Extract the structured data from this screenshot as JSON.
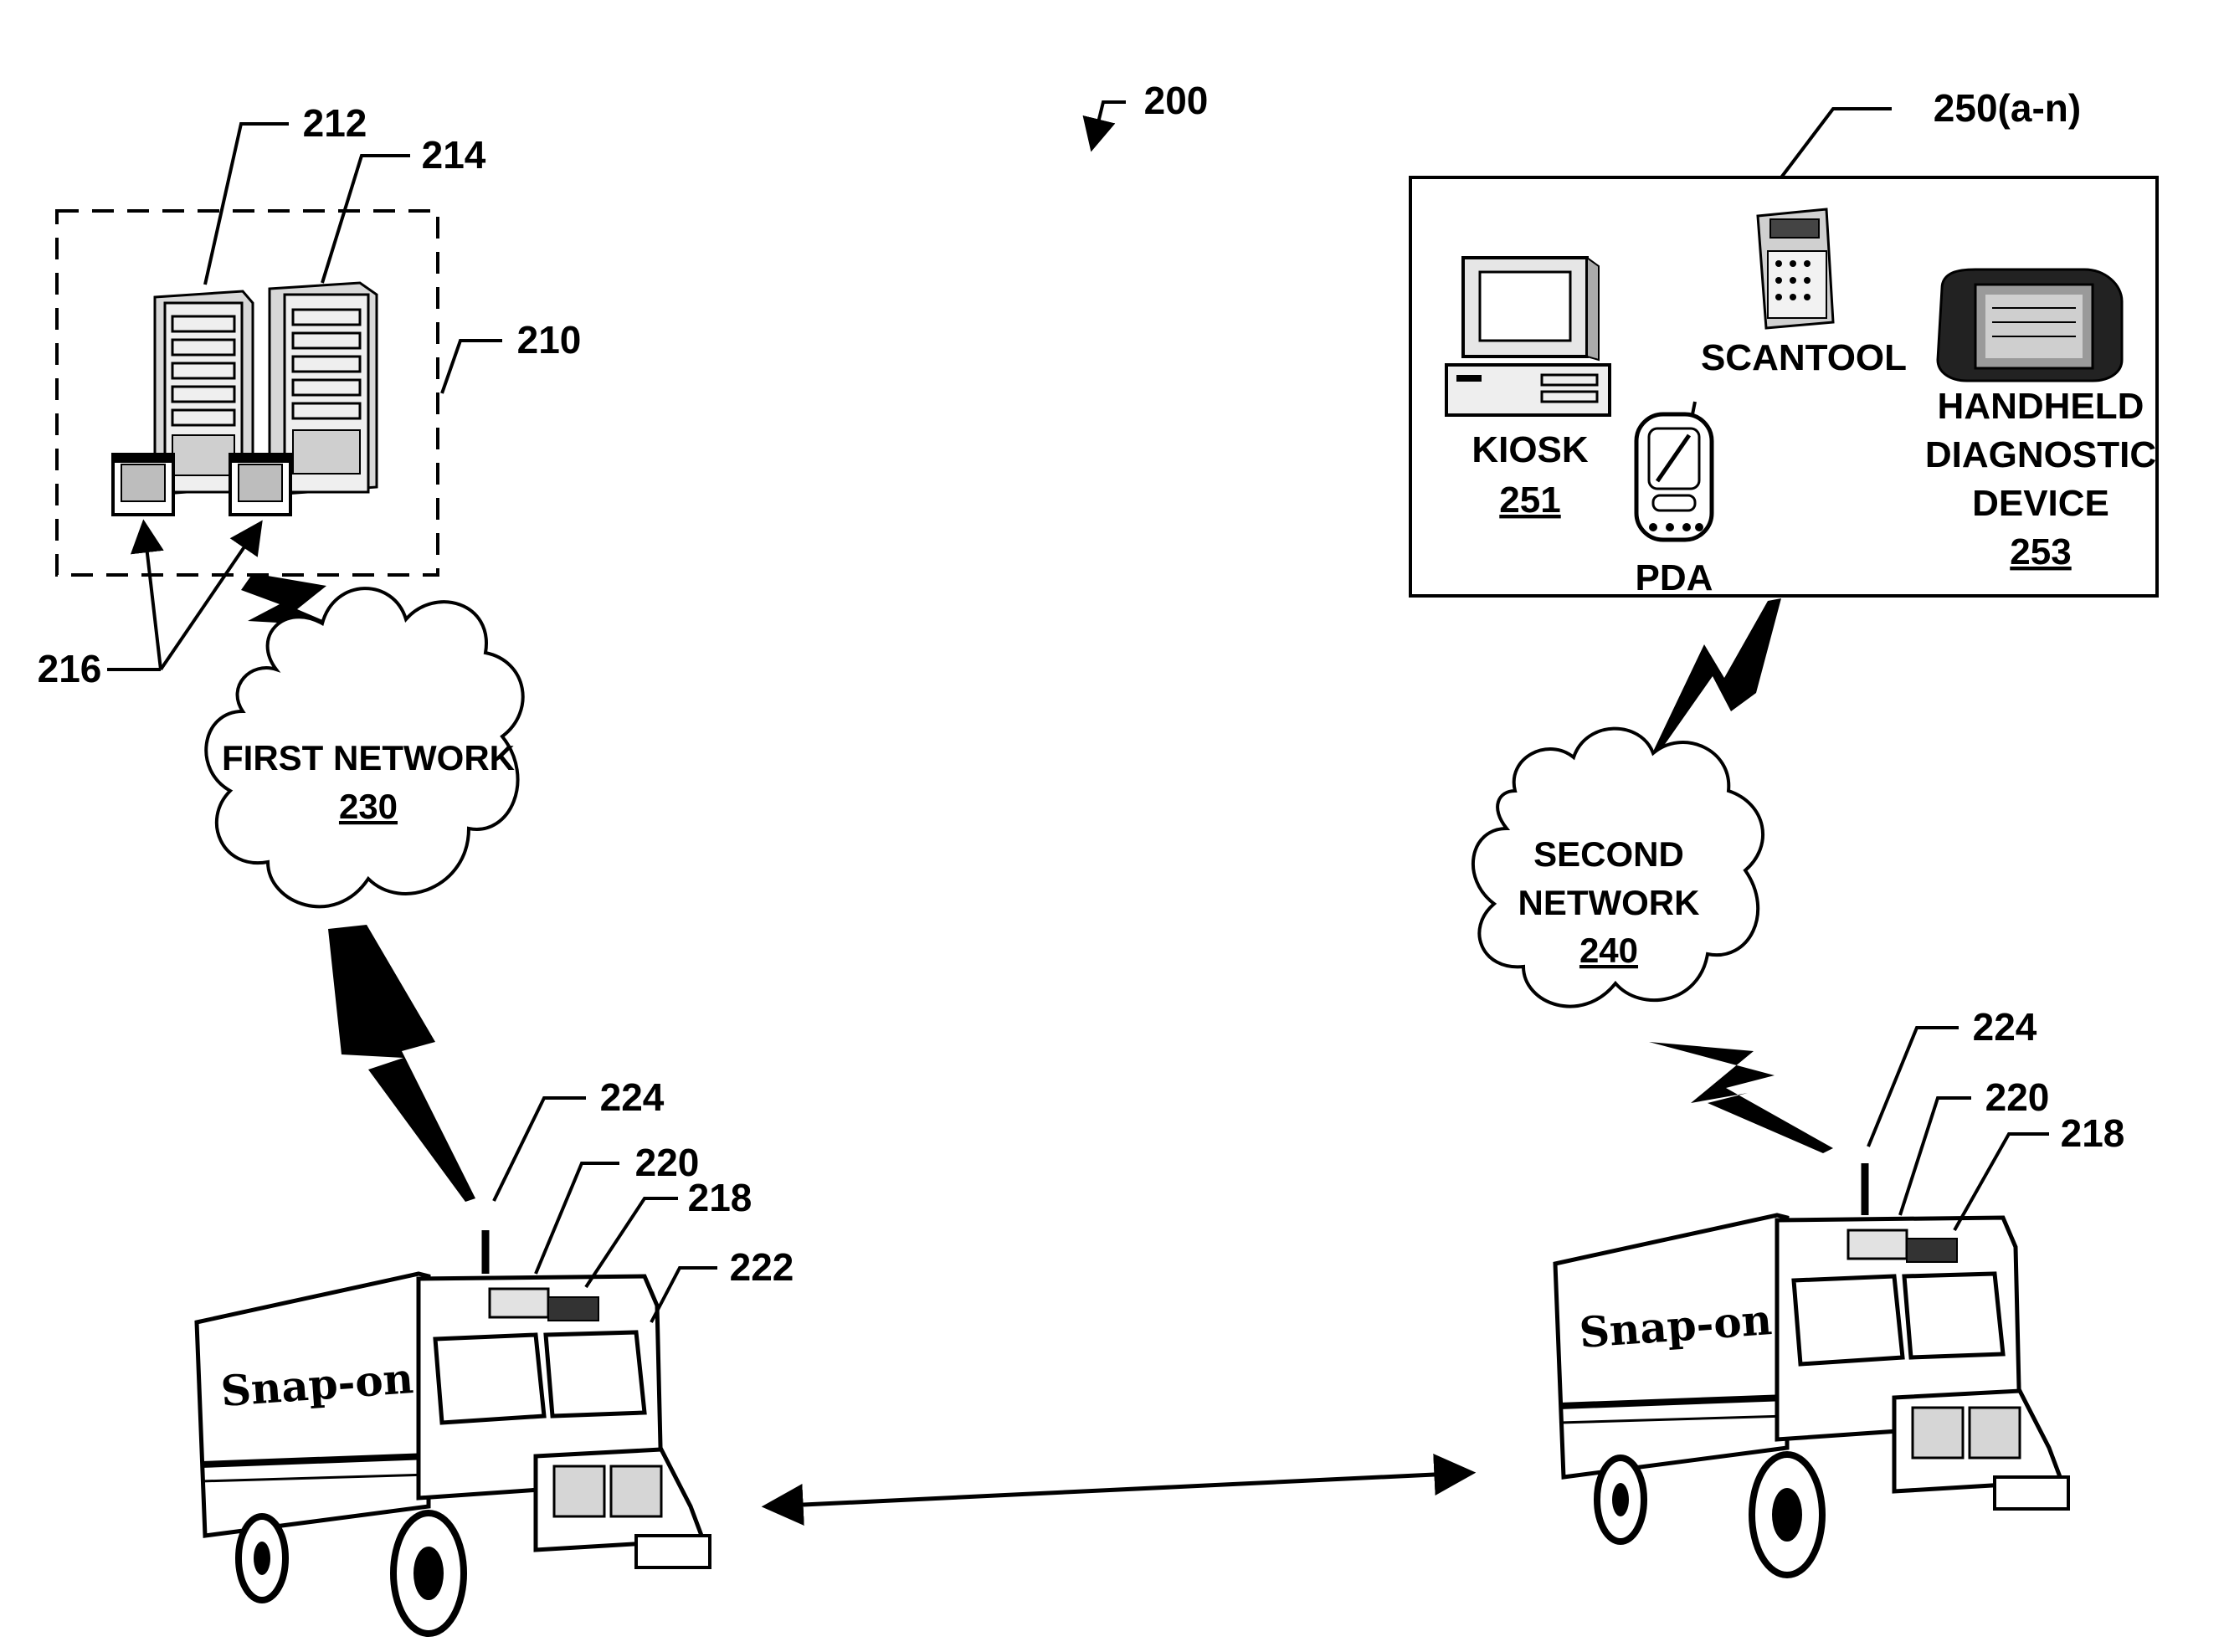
{
  "figure": {
    "ref_200": "200",
    "ref_250": "250(a-n)",
    "server_group": {
      "ref_212": "212",
      "ref_214": "214",
      "ref_210": "210",
      "ref_216": "216"
    },
    "first_network": {
      "name": "FIRST NETWORK",
      "ref": "230"
    },
    "second_network": {
      "name_line1": "SECOND",
      "name_line2": "NETWORK",
      "ref": "240"
    },
    "devices": {
      "kiosk": {
        "name": "KIOSK",
        "ref": "251"
      },
      "scantool": {
        "name": "SCANTOOL"
      },
      "pda": {
        "name": "PDA"
      },
      "handheld": {
        "line1": "HANDHELD",
        "line2": "DIAGNOSTIC",
        "line3": "DEVICE",
        "ref": "253"
      }
    },
    "left_truck": {
      "ref_224": "224",
      "ref_220": "220",
      "ref_218": "218",
      "ref_222": "222",
      "logo": "Snap-on"
    },
    "right_truck": {
      "ref_224": "224",
      "ref_220": "220",
      "ref_218": "218",
      "logo": "Snap-on"
    }
  }
}
